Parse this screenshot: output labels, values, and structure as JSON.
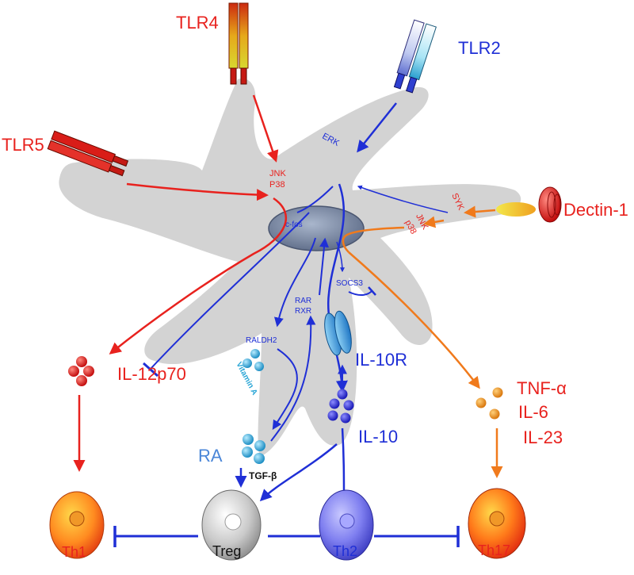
{
  "colors": {
    "red": "#e8221e",
    "blue": "#1f2fd6",
    "orange": "#f07a1c",
    "cyan": "#2aa6d6",
    "cell_gray": "#d2d2d2",
    "nucleus": "#7f8ea8",
    "black": "#111111"
  },
  "receptors": {
    "tlr4": "TLR4",
    "tlr2": "TLR2",
    "tlr5": "TLR5",
    "dectin": "Dectin-1"
  },
  "signals": {
    "jnk": "JNK",
    "p38": "P38",
    "erk": "ERK",
    "cfos": "c-fos",
    "syk": "SYK",
    "jnk2": "JNK",
    "p38_2": "p38",
    "socs3": "SOCS3",
    "rar": "RAR",
    "rxr": "RXR",
    "raldh2": "RALDH2",
    "vitamin_a": "Vitamin A"
  },
  "cytokines": {
    "il12": "IL-12p70",
    "il10r": "IL-10R",
    "il10": "IL-10",
    "tnf": "TNF-α",
    "il6": "IL-6",
    "il23": "IL-23",
    "ra": "RA",
    "tgf": "TGF-β"
  },
  "cells": {
    "th1": "Th1",
    "treg": "Treg",
    "th2": "Th2",
    "th17": "Th17"
  }
}
